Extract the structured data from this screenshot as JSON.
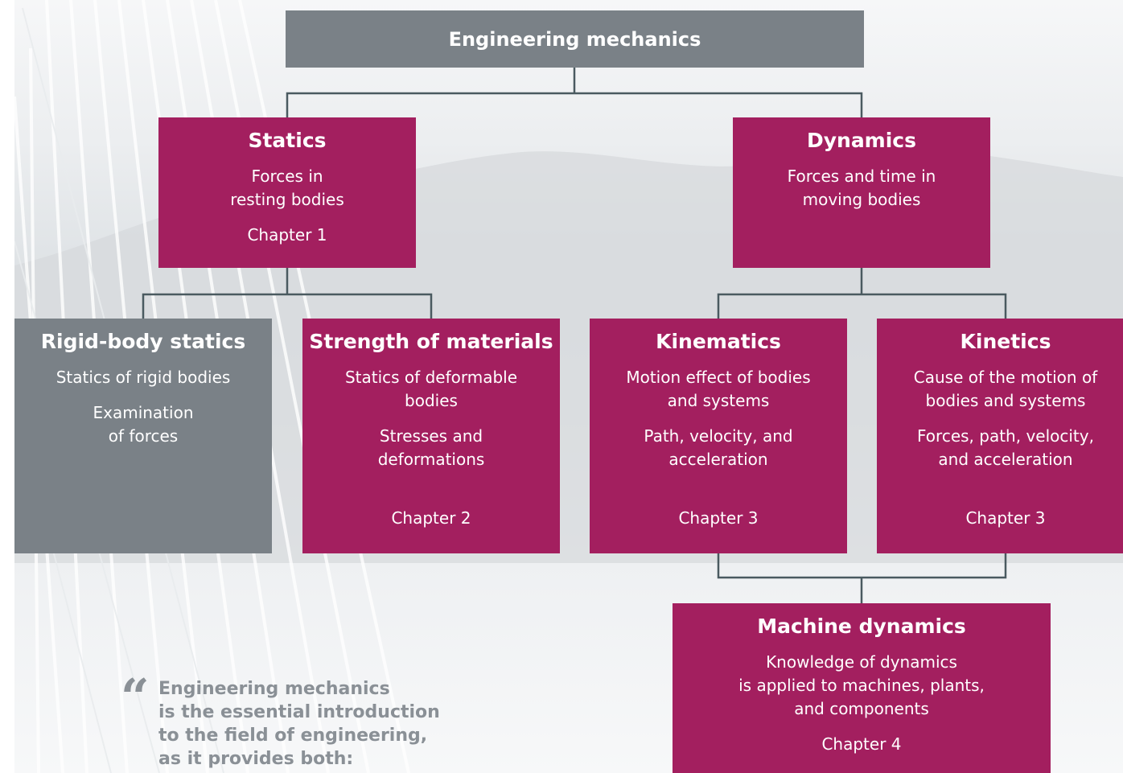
{
  "root": {
    "title": "Engineering mechanics"
  },
  "statics": {
    "title": "Statics",
    "lines": [
      "Forces in",
      "resting bodies"
    ],
    "chapter": "Chapter 1"
  },
  "dynamics": {
    "title": "Dynamics",
    "lines": [
      "Forces and time in",
      "moving bodies"
    ]
  },
  "rigid": {
    "title": "Rigid-body statics",
    "line1": "Statics of rigid bodies",
    "lines": [
      "Examination",
      "of forces"
    ]
  },
  "strength": {
    "title": "Strength of materials",
    "lines1": [
      "Statics of deformable",
      "bodies"
    ],
    "lines2": [
      "Stresses and",
      "deformations"
    ],
    "chapter": "Chapter 2"
  },
  "kinematics": {
    "title": "Kinematics",
    "lines1": [
      "Motion effect of bodies",
      "and systems"
    ],
    "lines2": [
      "Path, velocity, and",
      "acceleration"
    ],
    "chapter": "Chapter 3"
  },
  "kinetics": {
    "title": "Kinetics",
    "lines1": [
      "Cause of the motion of",
      "bodies and systems"
    ],
    "lines2": [
      "Forces, path, velocity,",
      "and acceleration"
    ],
    "chapter": "Chapter 3"
  },
  "machine": {
    "title": "Machine dynamics",
    "lines": [
      "Knowledge of dynamics",
      "is applied to machines, plants,",
      "and components"
    ],
    "chapter": "Chapter 4"
  },
  "quote": {
    "mark": "“",
    "lines": [
      "Engineering mechanics",
      "is the essential introduction",
      "to the field of engineering,",
      "as it provides both:"
    ]
  },
  "colors": {
    "magenta": "#a31f5f",
    "grey": "#7a8187",
    "connector": "#4a5a60"
  }
}
